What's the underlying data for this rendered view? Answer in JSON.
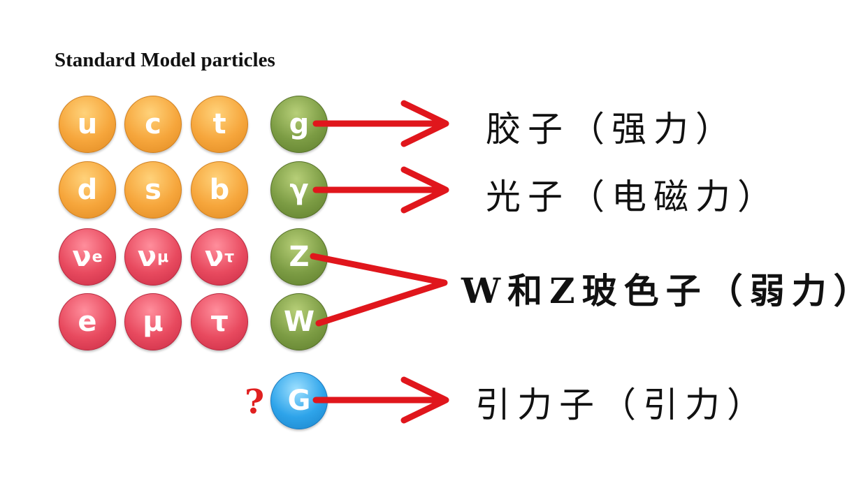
{
  "title": "Standard Model particles",
  "particles": {
    "u": "u",
    "c": "c",
    "t": "t",
    "g": "g",
    "d": "d",
    "s": "s",
    "b": "b",
    "gamma": "γ",
    "nu": "ν",
    "nu_e_sub": "e",
    "nu_mu_sub": "μ",
    "nu_tau_sub": "τ",
    "Z": "Z",
    "e": "e",
    "mu": "μ",
    "tau": "τ",
    "W": "W",
    "G": "G"
  },
  "question_mark": "?",
  "labels": {
    "gluon": "胶子（强力）",
    "photon": "光子（电磁力）",
    "wz": "W和Z玻色子（弱力）",
    "graviton": "引力子（引力）"
  },
  "colors": {
    "quark": "#f6a63c",
    "lepton": "#e84a5f",
    "boson": "#7c9c44",
    "graviton": "#2ea4ea",
    "arrow": "#e0161c"
  }
}
